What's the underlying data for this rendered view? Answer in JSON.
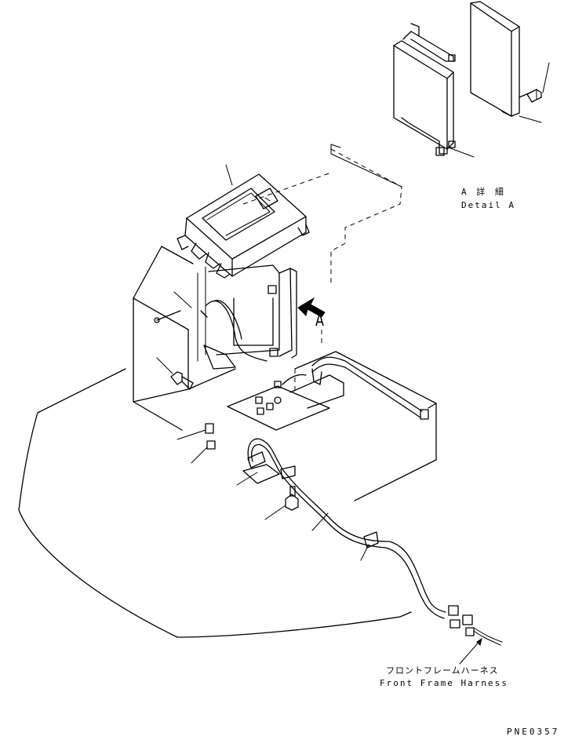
{
  "detail_caption": {
    "jp": "A 詳 細",
    "en": "Detail A"
  },
  "view_marker": "A",
  "harness_label": {
    "jp": "フロントフレームハーネス",
    "en": "Front Frame Harness"
  },
  "drawing_code": "PNE0357"
}
